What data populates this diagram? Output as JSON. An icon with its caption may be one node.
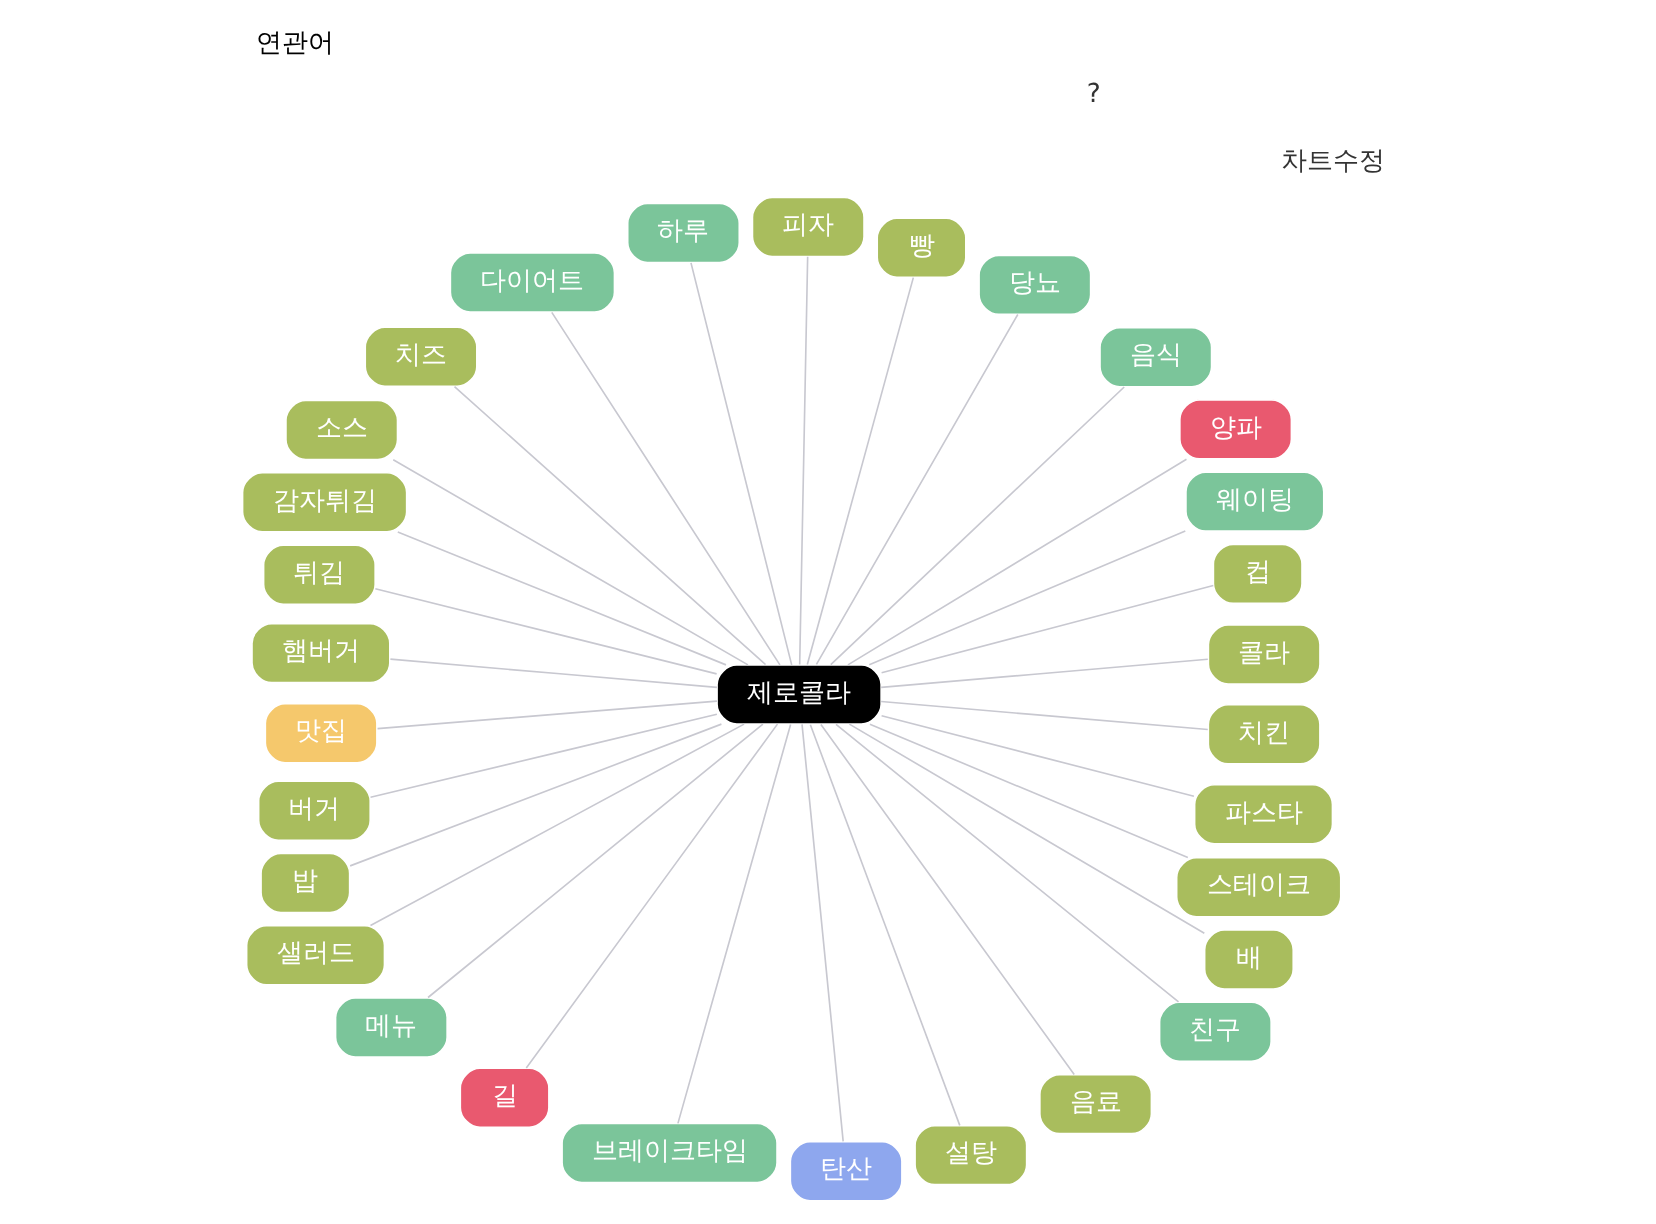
{
  "diagram": {
    "title": "연관어",
    "nodes": [
      {
        "text": [
          "제로콜라"
        ]
      },
      {
        "text": [
          "콜라"
        ]
      },
      {
        "text": [
          "컵"
        ]
      },
      {
        "text": [
          "웨이팅"
        ]
      },
      {
        "text": [
          "양파"
        ]
      },
      {
        "text": [
          "음식"
        ]
      },
      {
        "text": [
          "당뇨"
        ]
      },
      {
        "text": [
          "빵"
        ]
      },
      {
        "text": [
          "피자"
        ]
      },
      {
        "text": [
          "하루"
        ]
      },
      {
        "text": [
          "다이어트"
        ]
      },
      {
        "text": [
          "치즈"
        ]
      },
      {
        "text": [
          "소스"
        ]
      },
      {
        "text": [
          "감자튀김"
        ]
      },
      {
        "text": [
          "튀김"
        ]
      },
      {
        "text": [
          "햄버거"
        ]
      },
      {
        "text": [
          "맛집"
        ]
      },
      {
        "text": [
          "버거"
        ]
      },
      {
        "text": [
          "밥"
        ]
      },
      {
        "text": [
          "샐러드"
        ]
      },
      {
        "text": [
          "메뉴"
        ]
      },
      {
        "text": [
          "길"
        ]
      },
      {
        "text": [
          "브레이크타임"
        ]
      },
      {
        "text": [
          "탄산"
        ]
      },
      {
        "text": [
          "설탕"
        ]
      },
      {
        "text": [
          "음료"
        ]
      },
      {
        "text": [
          "친구"
        ]
      },
      {
        "text": [
          "배"
        ]
      },
      {
        "text": [
          "스테이크"
        ]
      },
      {
        "text": [
          "파스타"
        ]
      },
      {
        "text": [
          "치킨"
        ]
      }
    ],
    "edges": [
      {
        "from": 0,
        "to": 1,
        "arrow": "none"
      },
      {
        "from": 0,
        "to": 2,
        "arrow": "none"
      },
      {
        "from": 0,
        "to": 3,
        "arrow": "none"
      },
      {
        "from": 0,
        "to": 4,
        "arrow": "none"
      },
      {
        "from": 0,
        "to": 5,
        "arrow": "none"
      },
      {
        "from": 0,
        "to": 6,
        "arrow": "none"
      },
      {
        "from": 0,
        "to": 7,
        "arrow": "none"
      },
      {
        "from": 0,
        "to": 8,
        "arrow": "none"
      },
      {
        "from": 0,
        "to": 9,
        "arrow": "none"
      },
      {
        "from": 0,
        "to": 10,
        "arrow": "none"
      },
      {
        "from": 0,
        "to": 11,
        "arrow": "none"
      },
      {
        "from": 0,
        "to": 12,
        "arrow": "none"
      },
      {
        "from": 0,
        "to": 13,
        "arrow": "none"
      },
      {
        "from": 0,
        "to": 14,
        "arrow": "none"
      },
      {
        "from": 0,
        "to": 15,
        "arrow": "none"
      },
      {
        "from": 0,
        "to": 16,
        "arrow": "none"
      },
      {
        "from": 0,
        "to": 17,
        "arrow": "none"
      },
      {
        "from": 0,
        "to": 18,
        "arrow": "none"
      },
      {
        "from": 0,
        "to": 19,
        "arrow": "none"
      },
      {
        "from": 0,
        "to": 20,
        "arrow": "none"
      },
      {
        "from": 0,
        "to": 21,
        "arrow": "none"
      },
      {
        "from": 0,
        "to": 22,
        "arrow": "none"
      },
      {
        "from": 0,
        "to": 23,
        "arrow": "none"
      },
      {
        "from": 0,
        "to": 24,
        "arrow": "none"
      },
      {
        "from": 0,
        "to": 25,
        "arrow": "none"
      },
      {
        "from": 0,
        "to": 26,
        "arrow": "none"
      },
      {
        "from": 0,
        "to": 27,
        "arrow": "none"
      },
      {
        "from": 0,
        "to": 28,
        "arrow": "none"
      },
      {
        "from": 0,
        "to": 29,
        "arrow": "none"
      },
      {
        "from": 0,
        "to": 30,
        "arrow": "none"
      }
    ],
    "labels": [
      "?",
      "차트수정"
    ]
  }
}
